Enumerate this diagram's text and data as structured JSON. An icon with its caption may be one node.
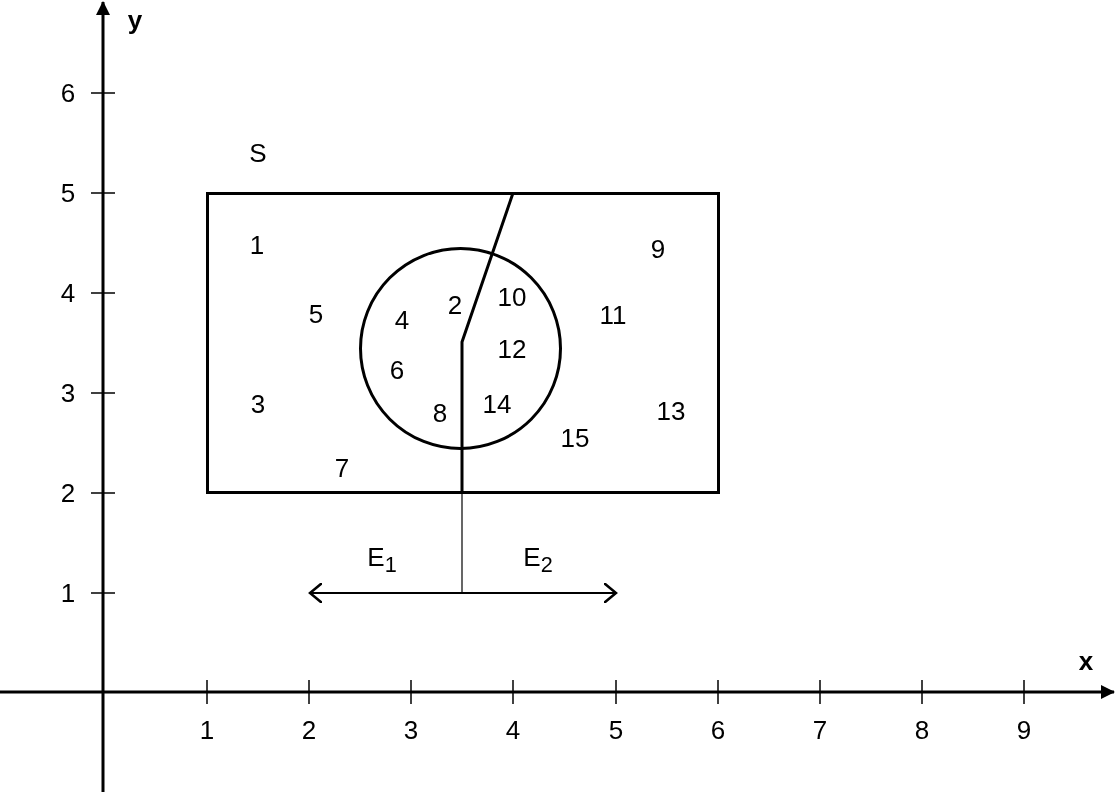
{
  "diagram": {
    "nodes": [
      {
        "text": [
          "S"
        ]
      },
      {
        "text": [],
        "shape": "circle",
        "in": 0
      }
    ],
    "labels": [
      "y",
      "6",
      "5",
      "4",
      "3",
      "2",
      "1",
      "1",
      "9",
      "5",
      "4",
      "2",
      "10",
      "11",
      "6",
      "12",
      "3",
      "8",
      "14",
      "13",
      "15",
      "7",
      "E$_{1}$",
      "E$_{2}$",
      "x",
      "1",
      "2",
      "3",
      "4",
      "5",
      "6",
      "7",
      "8",
      "9"
    ]
  }
}
